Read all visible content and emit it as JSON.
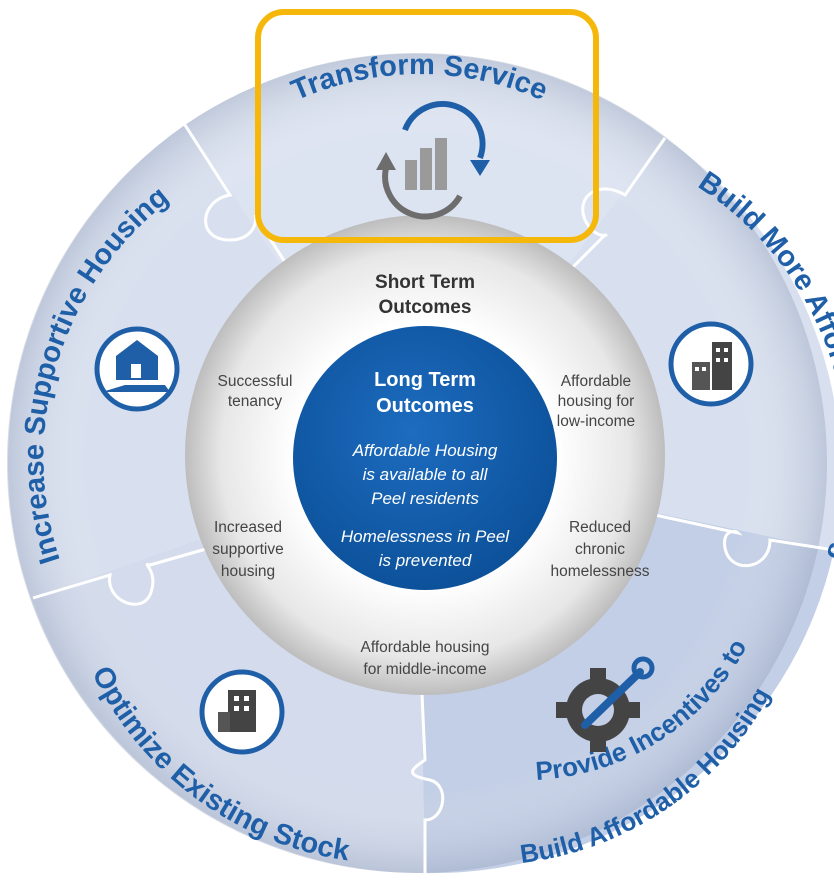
{
  "segments": {
    "transform_service": "Transform Service",
    "build_more": "Build More Affordable Housing",
    "provide_incentives_line1": "Provide Incentives to",
    "provide_incentives_line2": "Build Affordable Housing",
    "optimize_stock": "Optimize Existing Stock",
    "increase_supportive": "Increase Supportive Housing"
  },
  "short_term": {
    "title_line1": "Short Term",
    "title_line2": "Outcomes",
    "outcomes": {
      "successful_tenancy": [
        "Successful",
        "tenancy"
      ],
      "affordable_low_income": [
        "Affordable",
        "housing for",
        "low-income"
      ],
      "reduced_chronic": [
        "Reduced",
        "chronic",
        "homelessness"
      ],
      "affordable_middle_income": [
        "Affordable housing",
        "for middle-income"
      ],
      "increased_supportive": [
        "Increased",
        "supportive",
        "housing"
      ]
    }
  },
  "long_term": {
    "title_line1": "Long Term",
    "title_line2": "Outcomes",
    "statement1": [
      "Affordable Housing",
      "is available to all",
      "Peel residents"
    ],
    "statement2": [
      "Homelessness in Peel",
      "is prevented"
    ]
  },
  "colors": {
    "highlight_box": "#f5b80a",
    "segment_label": "#1f5fa8",
    "center_circle": "#0f5aa6",
    "icon_blue": "#1f5fa8",
    "segment_light": "#dce3f0",
    "segment_darker": "#c3cfe6"
  },
  "icons": {
    "transform_service": "cycle-bar-chart-icon",
    "build_more": "buildings-icon",
    "provide_incentives": "gear-wrench-icon",
    "optimize_stock": "office-building-icon",
    "increase_supportive": "hand-house-icon"
  }
}
